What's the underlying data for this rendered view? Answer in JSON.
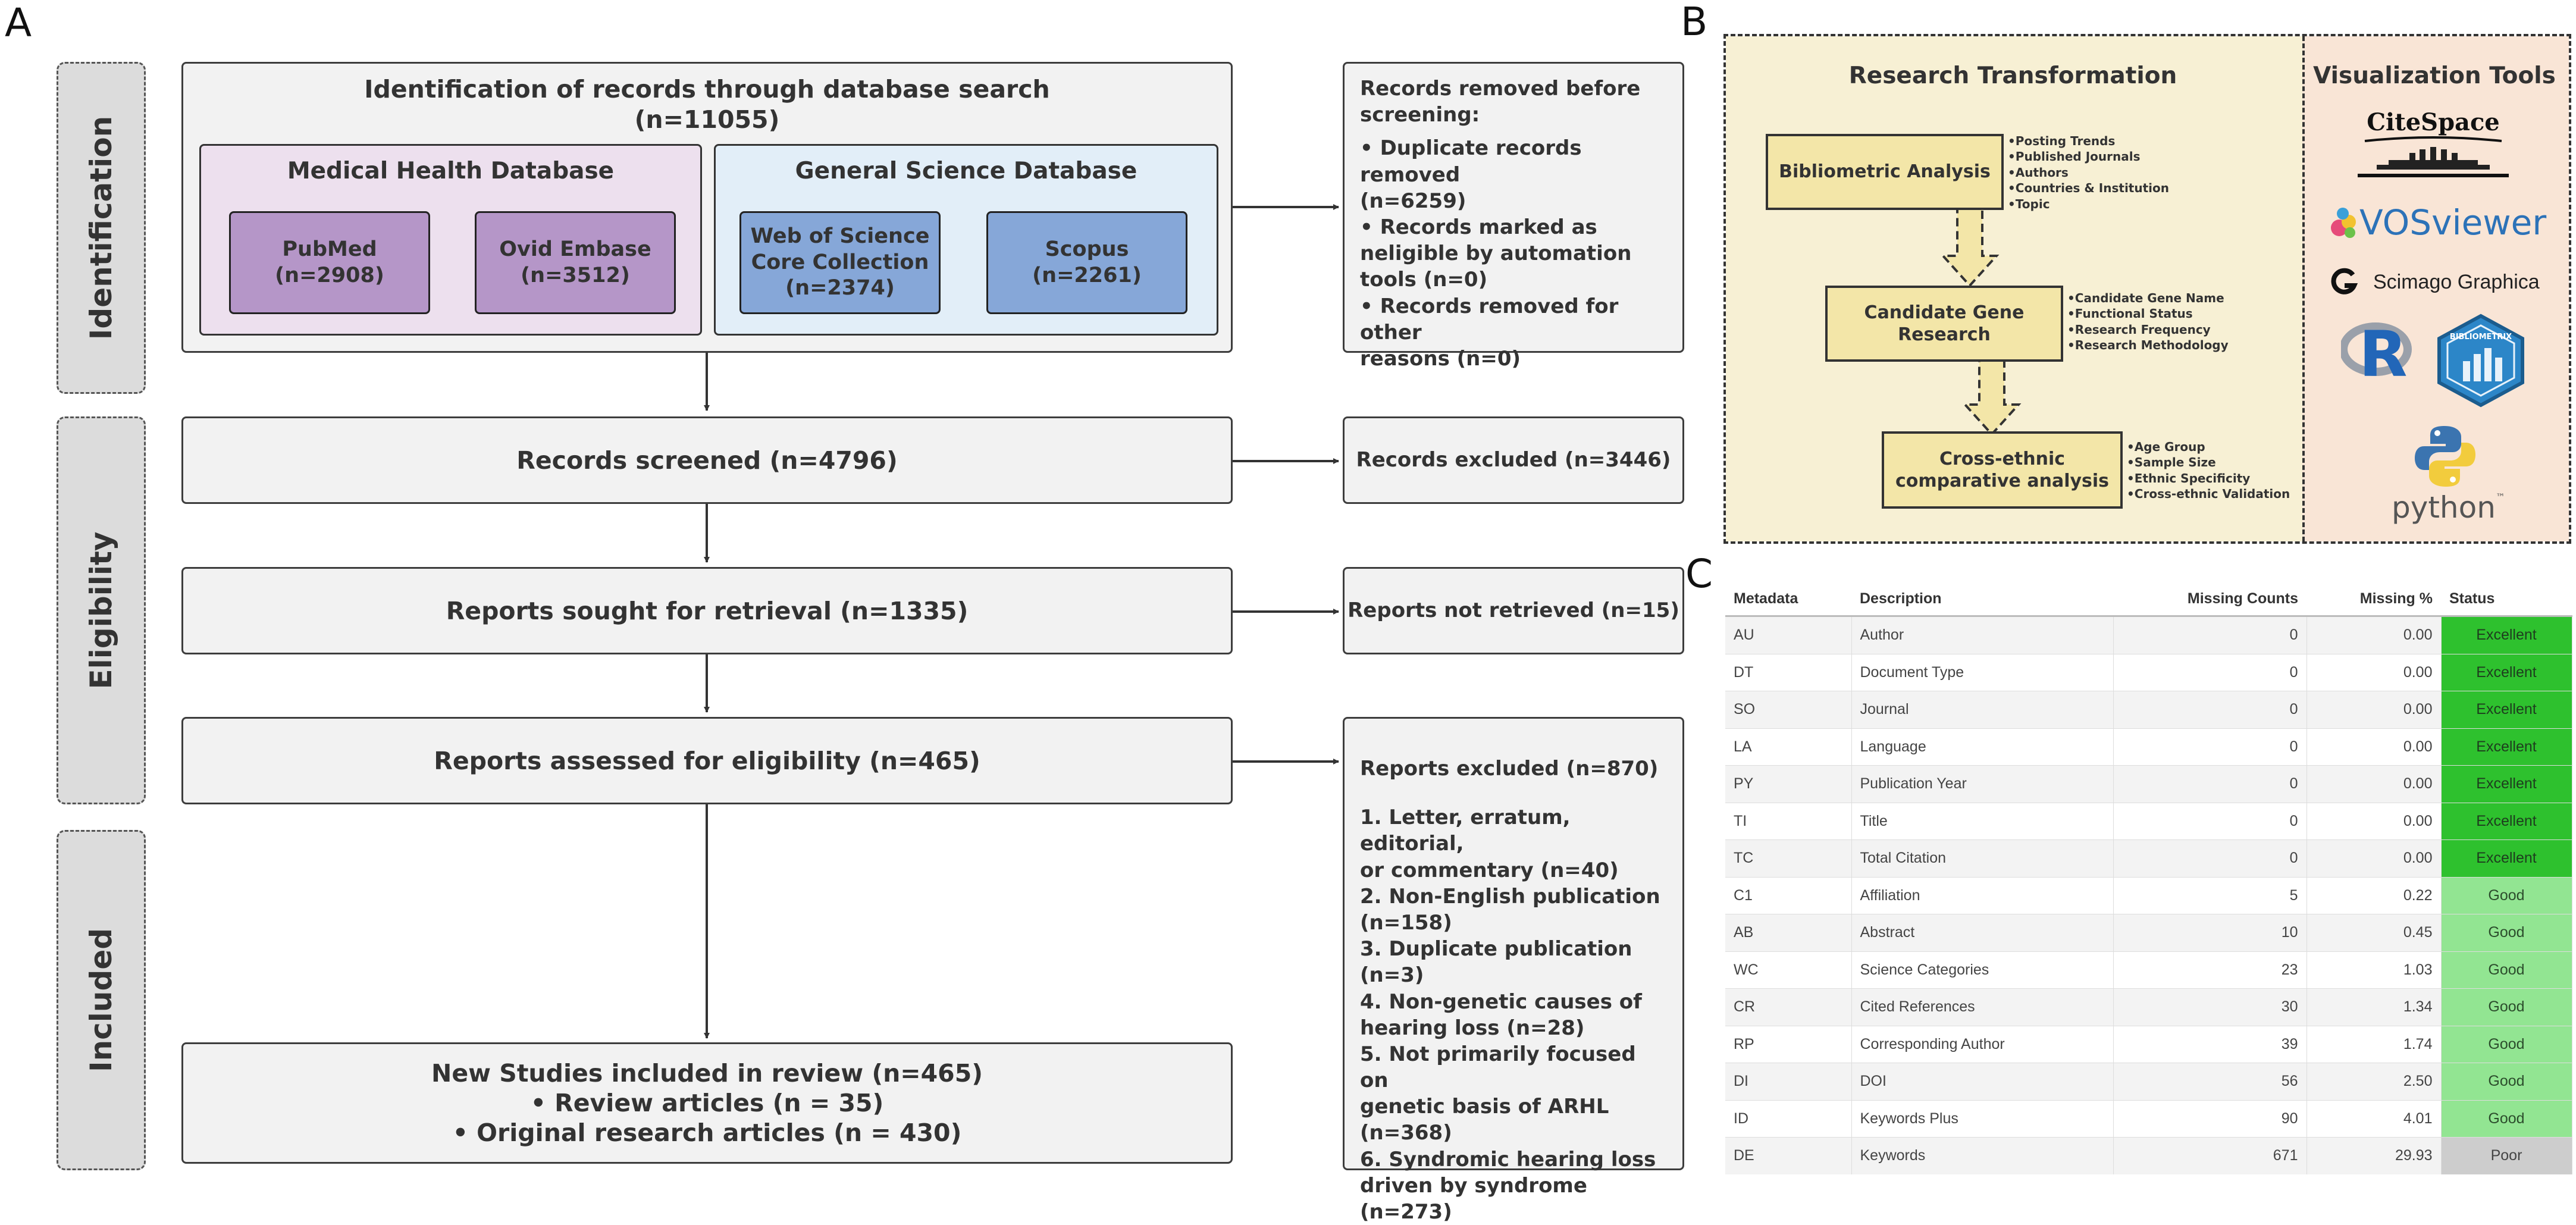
{
  "panel_labels": {
    "a": "A",
    "b": "B",
    "c": "C"
  },
  "prisma": {
    "stages": [
      "Identification",
      "Eligibility",
      "Included"
    ],
    "identification": {
      "title": "Identification of records through database search",
      "count": "(n=11055)",
      "medical_db": {
        "title": "Medical Health Database",
        "sources": [
          {
            "name": "PubMed",
            "count": "(n=2908)"
          },
          {
            "name": "Ovid Embase",
            "count": "(n=3512)"
          }
        ]
      },
      "science_db": {
        "title": "General Science Database",
        "sources": [
          {
            "name_line1": "Web of Science",
            "name_line2": "Core Collection",
            "count": "(n=2374)"
          },
          {
            "name": "Scopus",
            "count": "(n=2261)"
          }
        ]
      }
    },
    "removed_before": {
      "title": [
        "Records removed before",
        "screening:"
      ],
      "items": [
        [
          "• Duplicate records removed",
          "(n=6259)"
        ],
        [
          "• Records marked as",
          "neligible by automation",
          "tools (n=0)"
        ],
        [
          "• Records removed for other",
          "reasons (n=0)"
        ]
      ]
    },
    "screened": "Records screened (n=4796)",
    "excluded_screen": "Records excluded (n=3446)",
    "sought": "Reports sought for retrieval (n=1335)",
    "not_retrieved": "Reports not retrieved (n=15)",
    "assessed": "Reports assessed for eligibility (n=465)",
    "excluded_reports": {
      "title": "Reports excluded (n=870)",
      "items": [
        [
          "1. Letter, erratum, editorial,",
          "or commentary (n=40)"
        ],
        [
          "2. Non-English publication",
          "(n=158)"
        ],
        [
          "3. Duplicate publication",
          "(n=3)"
        ],
        [
          "4. Non-genetic causes of",
          "hearing loss (n=28)"
        ],
        [
          "5. Not primarily focused on",
          "genetic basis of ARHL",
          "(n=368)"
        ],
        [
          "6. Syndromic hearing loss",
          "driven by syndrome (n=273)"
        ]
      ]
    },
    "included": {
      "title": "New Studies included in review (n=465)",
      "review": "• Review articles (n = 35)",
      "original": "• Original research articles (n = 430)"
    }
  },
  "research": {
    "title": "Research Transformation",
    "steps": [
      {
        "label_lines": [
          "Bibliometric Analysis"
        ],
        "bullets": [
          "Posting Trends",
          "Published Journals",
          "Authors",
          "Countries & Institution",
          "Topic"
        ]
      },
      {
        "label_lines": [
          "Candidate Gene",
          "Research"
        ],
        "bullets": [
          "Candidate Gene Name",
          "Functional Status",
          "Research Frequency",
          "Research Methodology"
        ]
      },
      {
        "label_lines": [
          "Cross-ethnic",
          "comparative analysis"
        ],
        "bullets": [
          "Age Group",
          "Sample Size",
          "Ethnic Specificity",
          "Cross-ethnic Validation"
        ]
      }
    ]
  },
  "tools": {
    "title": "Visualization Tools",
    "citespace": "CiteSpace",
    "vosviewer": "VOSviewer",
    "scimago": "Scimago Graphica",
    "r": "R",
    "bibliometrix": "BIBLIOMETRIX",
    "python": "python",
    "python_tm": "™"
  },
  "metadata_table": {
    "headers": [
      "Metadata",
      "Description",
      "Missing Counts",
      "Missing %",
      "Status"
    ],
    "rows": [
      [
        "AU",
        "Author",
        "0",
        "0.00",
        "Excellent"
      ],
      [
        "DT",
        "Document Type",
        "0",
        "0.00",
        "Excellent"
      ],
      [
        "SO",
        "Journal",
        "0",
        "0.00",
        "Excellent"
      ],
      [
        "LA",
        "Language",
        "0",
        "0.00",
        "Excellent"
      ],
      [
        "PY",
        "Publication Year",
        "0",
        "0.00",
        "Excellent"
      ],
      [
        "TI",
        "Title",
        "0",
        "0.00",
        "Excellent"
      ],
      [
        "TC",
        "Total Citation",
        "0",
        "0.00",
        "Excellent"
      ],
      [
        "C1",
        "Affiliation",
        "5",
        "0.22",
        "Good"
      ],
      [
        "AB",
        "Abstract",
        "10",
        "0.45",
        "Good"
      ],
      [
        "WC",
        "Science Categories",
        "23",
        "1.03",
        "Good"
      ],
      [
        "CR",
        "Cited References",
        "30",
        "1.34",
        "Good"
      ],
      [
        "RP",
        "Corresponding Author",
        "39",
        "1.74",
        "Good"
      ],
      [
        "DI",
        "DOI",
        "56",
        "2.50",
        "Good"
      ],
      [
        "ID",
        "Keywords Plus",
        "90",
        "4.01",
        "Good"
      ],
      [
        "DE",
        "Keywords",
        "671",
        "29.93",
        "Poor"
      ]
    ]
  },
  "colors": {
    "medical_bg": "#ede0ee",
    "medical_box": "#b596c8",
    "science_bg": "#e2eef8",
    "science_box": "#86a7d8",
    "excellent": "#2ec12e",
    "good": "#92e592",
    "poor": "#cdcdcd"
  }
}
